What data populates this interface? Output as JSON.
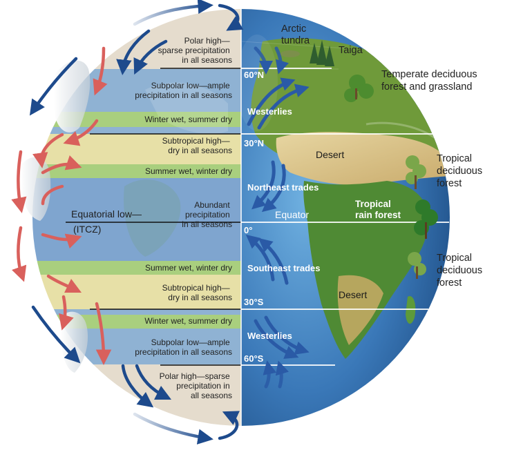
{
  "bands": [
    {
      "lines": [
        "Polar high—",
        "sparse precipitation",
        "in all seasons"
      ]
    },
    {
      "lines": [
        "Subpolar low—ample",
        "precipitation in all seasons"
      ]
    },
    {
      "lines": [
        "Winter wet, summer dry"
      ]
    },
    {
      "lines": [
        "Subtropical high—",
        "dry in all seasons"
      ]
    },
    {
      "lines": [
        "Summer wet, winter dry"
      ]
    },
    {
      "lines": [
        "Abundant",
        "precipitation",
        "in all seasons"
      ]
    },
    {
      "lines": [
        "Summer wet, winter dry"
      ]
    },
    {
      "lines": [
        "Subtropical high—",
        "dry in all seasons"
      ]
    },
    {
      "lines": [
        "Winter wet, summer dry"
      ]
    },
    {
      "lines": [
        "Subpolar low—ample",
        "precipitation in all seasons"
      ]
    },
    {
      "lines": [
        "Polar high—sparse",
        "precipitation in",
        "all seasons"
      ]
    }
  ],
  "itcz": {
    "line1": "Equatorial low—",
    "line2": "(ITCZ)"
  },
  "latitudes": {
    "n60": "60°N",
    "n30": "30°N",
    "eq": "0°",
    "s30": "30°S",
    "s60": "60°S"
  },
  "winds": {
    "westerlies_n": "Westerlies",
    "ne_trades": "Northeast trades",
    "se_trades": "Southeast trades",
    "westerlies_s": "Westerlies"
  },
  "globe_labels": {
    "equator": "Equator",
    "desert_n": "Desert",
    "desert_s": "Desert",
    "rainforest_1": "Tropical",
    "rainforest_2": "rain forest"
  },
  "biomes": {
    "arctic": [
      "Arctic",
      "tundra"
    ],
    "taiga": "Taiga",
    "temperate": [
      "Temperate deciduous",
      "forest and grassland"
    ],
    "tropical_deciduous_n": [
      "Tropical",
      "deciduous",
      "forest"
    ],
    "tropical_deciduous_s": [
      "Tropical",
      "deciduous",
      "forest"
    ]
  },
  "colors": {
    "rising_air": "#d9605c",
    "sinking_air": "#1d4a8c",
    "ocean": "#3f7fbf",
    "land": "#6f9a3a",
    "desert": "#d8c38a"
  }
}
